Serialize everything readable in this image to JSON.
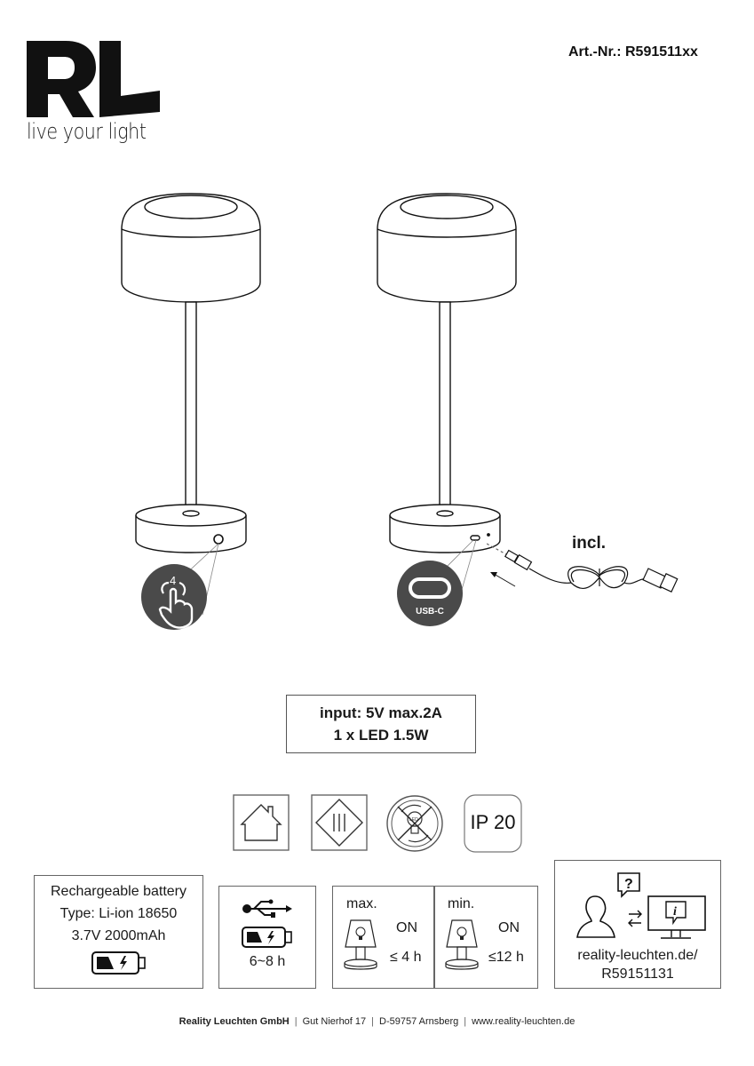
{
  "header": {
    "logo_text": "RL",
    "tagline": "live your light",
    "article_number": "Art.-Nr.: R591511xx"
  },
  "illustrations": {
    "left_lamp": {
      "callout_icon": "touch-switch-icon",
      "callout_number": "4"
    },
    "right_lamp": {
      "callout_icon": "usb-c-port-icon",
      "callout_label": "USB-C",
      "cable_label": "incl."
    }
  },
  "specs": {
    "line1": "input: 5V max.2A",
    "line2": "1 x LED 1.5W"
  },
  "certifications": [
    {
      "icon": "indoor-use-house-icon"
    },
    {
      "icon": "protection-class-iii-icon"
    },
    {
      "icon": "led-not-replaceable-icon",
      "label": "LED"
    },
    {
      "icon": "ip-rating-icon",
      "label": "IP 20"
    }
  ],
  "battery": {
    "line1": "Rechargeable battery",
    "line2": "Type: Li-ion 18650",
    "line3": "3.7V 2000mAh",
    "icon": "battery-charging-icon"
  },
  "charging": {
    "icon_usb": "usb-icon",
    "icon_battery": "battery-charging-icon",
    "duration": "6~8 h"
  },
  "runtime": {
    "max": {
      "label": "max.",
      "state": "ON",
      "duration": "≤ 4 h"
    },
    "min": {
      "label": "min.",
      "state": "ON",
      "duration": "≤12 h"
    }
  },
  "support": {
    "icon": "support-info-icon",
    "line1": "reality-leuchten.de/",
    "line2": "R59151131"
  },
  "footer": {
    "company": "Reality Leuchten GmbH",
    "street": "Gut Nierhof 17",
    "city": "D-59757 Arnsberg",
    "website": "www.reality-leuchten.de"
  },
  "colors": {
    "ink": "#1a1a1a",
    "callout_fill": "#4a4a4a",
    "border": "#666666"
  }
}
